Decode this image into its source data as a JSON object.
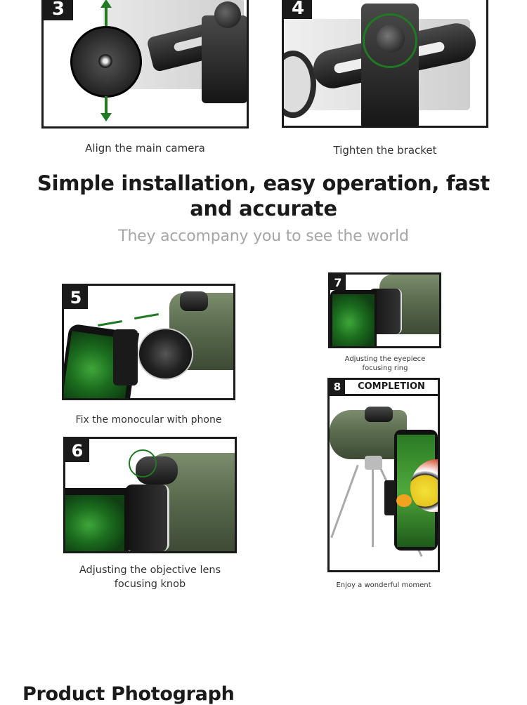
{
  "top_steps": [
    {
      "number": "3",
      "caption": "Align the main camera"
    },
    {
      "number": "4",
      "caption": "Tighten the bracket"
    }
  ],
  "headline": {
    "line1": "Simple installation, easy operation, fast",
    "line2": "and accurate",
    "subtitle": "They accompany you to see the world"
  },
  "steps": [
    {
      "number": "5",
      "caption": "Fix the monocular with phone"
    },
    {
      "number": "6",
      "caption_line1": "Adjusting the objective lens",
      "caption_line2": "focusing knob"
    },
    {
      "number": "7",
      "caption_line1": "Adjusting the eyepiece",
      "caption_line2": "focusing ring"
    },
    {
      "number": "8",
      "title": "COMPLETION",
      "caption": "Enjoy a wonderful moment"
    }
  ],
  "section": {
    "title": "Product Photograph"
  },
  "colors": {
    "accent_green": "#1f7a22",
    "badge_black": "#1a1a1a",
    "subtitle_gray": "#a6a6a6"
  }
}
